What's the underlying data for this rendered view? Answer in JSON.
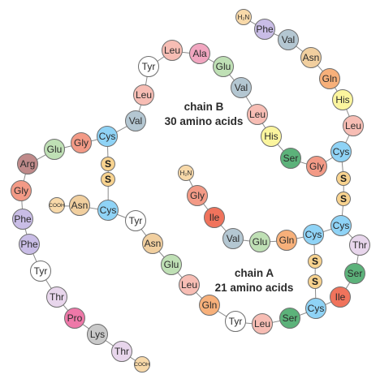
{
  "colors": {
    "Phe": "#c9bde6",
    "Val": "#b4c7d2",
    "Asn": "#f1cf9f",
    "Gln": "#f7b07a",
    "His": "#fbf59e",
    "Leu": "#f7bdb4",
    "Cys": "#8fd3f6",
    "Gly": "#f39a86",
    "Ser": "#5cb27a",
    "Glu": "#bfe0b5",
    "Ala": "#f1a6c0",
    "Tyr": "#ffffff",
    "Arg": "#c08a8a",
    "Thr": "#e8d6ec",
    "Pro": "#ee78a8",
    "Lys": "#c9c9c9",
    "Ile": "#f0735c",
    "S": "#f8d38f",
    "H2N": "#f8d9a9",
    "COOH": "#f8d9a9"
  },
  "chain_b": {
    "label_line1": "chain B",
    "label_line2": "30 amino acids",
    "n_terminus": "H₂N",
    "c_terminus": "COOH",
    "residues": [
      "Phe",
      "Val",
      "Asn",
      "Gln",
      "His",
      "Leu",
      "Cys",
      "Gly",
      "Ser",
      "His",
      "Leu",
      "Val",
      "Glu",
      "Ala",
      "Leu",
      "Tyr",
      "Leu",
      "Val",
      "Cys",
      "Gly",
      "Glu",
      "Arg",
      "Gly",
      "Phe",
      "Phe",
      "Tyr",
      "Thr",
      "Pro",
      "Lys",
      "Thr"
    ]
  },
  "chain_a": {
    "label_line1": "chain A",
    "label_line2": "21 amino acids",
    "n_terminus": "H₂N",
    "c_terminus": "COOH",
    "residues": [
      "Gly",
      "Ile",
      "Val",
      "Glu",
      "Gln",
      "Cys",
      "Cys",
      "Thr",
      "Ser",
      "Ile",
      "Cys",
      "Ser",
      "Leu",
      "Tyr",
      "Gln",
      "Leu",
      "Glu",
      "Asn",
      "Tyr",
      "Cys",
      "Asn"
    ]
  },
  "disulfide_atom": "S"
}
